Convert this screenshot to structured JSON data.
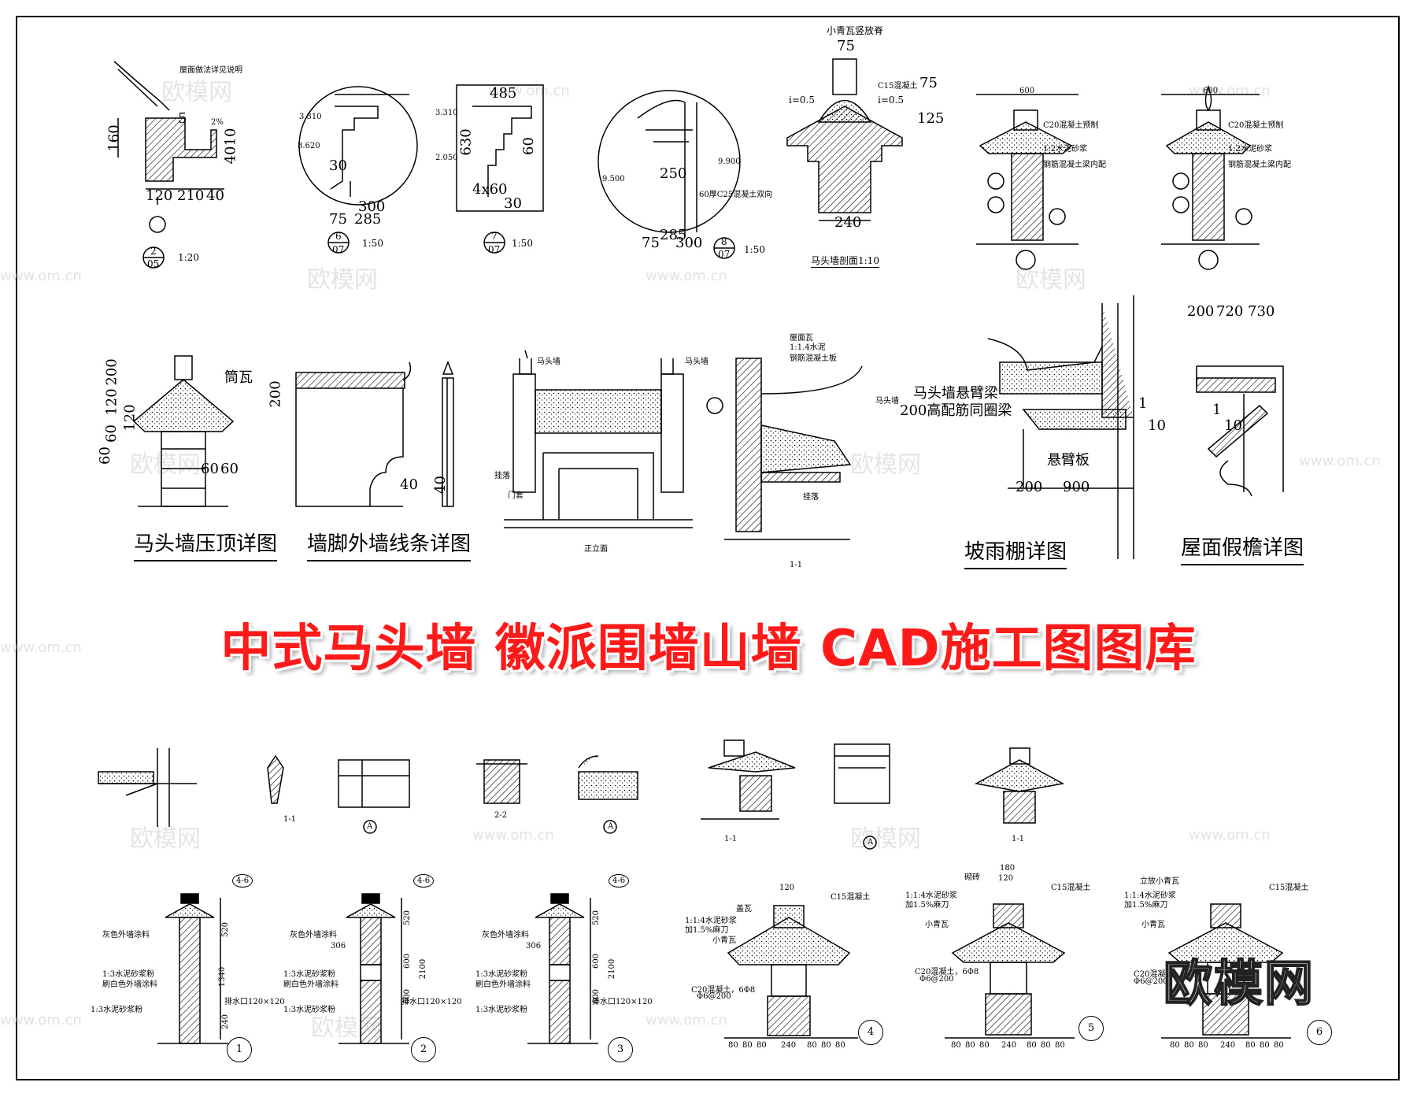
{
  "banner": {
    "title": "中式马头墙 徽派围墙山墙 CAD施工图图库",
    "color": "#ff1a1a"
  },
  "watermark": {
    "brand": "欧模网",
    "url": "www.om.cn"
  },
  "logo": {
    "text": "欧模网"
  },
  "row1": {
    "d1": {
      "note": "屋面做法详见说明",
      "dims": [
        "160",
        "120",
        "210",
        "40",
        "5",
        "2%",
        "4010"
      ],
      "mark_top": "2",
      "mark_bot": "05",
      "scale": "1:20"
    },
    "d2": {
      "dims": [
        "3.310",
        "8.620",
        "30",
        "75",
        "285",
        "300"
      ],
      "mark_top": "6",
      "mark_bot": "07",
      "scale": "1:50"
    },
    "d3": {
      "dims": [
        "485",
        "3.310",
        "2.050",
        "630",
        "4x60",
        "30",
        "60"
      ],
      "mark_top": "7",
      "mark_bot": "07",
      "scale": "1:50"
    },
    "d4": {
      "dims": [
        "9.900",
        "9.500",
        "250",
        "75",
        "285",
        "300"
      ],
      "note": "60厚C25混凝土双向",
      "mark_top": "8",
      "mark_bot": "07",
      "scale": "1:50"
    },
    "d5": {
      "top_note": "小青瓦竖放脊",
      "dims": [
        "75",
        "i=0.5",
        "i=0.5",
        "125",
        "75",
        "240",
        "C15混凝土"
      ],
      "caption": "马头墙剖面1:10"
    },
    "d6": {
      "dims": [
        "600"
      ],
      "notes": [
        "C20混凝土预制",
        "1:2水泥砂浆",
        "钢筋混凝土梁内配"
      ]
    },
    "d7": {
      "dims": [
        "600"
      ],
      "notes": [
        "C20混凝土预制",
        "1:2水泥砂浆",
        "钢筋混凝土梁内配"
      ]
    }
  },
  "row2": {
    "d1": {
      "label": "筒瓦",
      "dims": [
        "200",
        "120",
        "120",
        "60",
        "60",
        "60",
        "60"
      ],
      "caption": "马头墙压顶详图"
    },
    "d2": {
      "dims": [
        "200",
        "40",
        "40"
      ],
      "caption": "墙脚外墙线条详图"
    },
    "d3": {
      "labels": [
        "马头墙",
        "马头墙",
        "挂落",
        "门套"
      ],
      "caption": "正立面"
    },
    "d4": {
      "labels": [
        "屋面瓦",
        "1:1.4水泥",
        "钢筋混凝土板",
        "马头墙",
        "挂落"
      ],
      "caption": "1-1"
    },
    "d5": {
      "labels": [
        "马头墙悬臂梁",
        "200高配筋同圈梁",
        "悬臂板"
      ],
      "dims": [
        "10",
        "1",
        "200",
        "900"
      ],
      "caption": "坡雨棚详图"
    },
    "d6": {
      "dims": [
        "200",
        "720",
        "730",
        "10",
        "1"
      ],
      "caption": "屋面假檐详图"
    }
  },
  "row3": {
    "labels": [
      "1-1",
      "A",
      "2-2",
      "A",
      "1-1",
      "A",
      "1-1"
    ]
  },
  "row4": {
    "p1": {
      "callout": "4-6",
      "notes": [
        "灰色外墙涂料",
        "1:3水泥砂浆粉",
        "刷白色外墙涂料",
        "1:3水泥砂浆粉"
      ],
      "dims": [
        "520",
        "1340",
        "240"
      ],
      "drain": "排水口120×120",
      "num": "1"
    },
    "p2": {
      "callout": "4-6",
      "notes": [
        "灰色外墙涂料",
        "306",
        "1:3水泥砂浆粉",
        "刷白色外墙涂料",
        "1:3水泥砂浆粉"
      ],
      "dims": [
        "520",
        "600",
        "2100",
        "600"
      ],
      "drain": "排水口120×120",
      "num": "2"
    },
    "p3": {
      "callout": "4-6",
      "notes": [
        "灰色外墙涂料",
        "306",
        "1:3水泥砂浆粉",
        "刷白色外墙涂料",
        "1:3水泥砂浆粉"
      ],
      "dims": [
        "520",
        "600",
        "2100",
        "600"
      ],
      "drain": "排水口120×120",
      "num": "3"
    },
    "s4": {
      "notes": [
        "盖瓦",
        "C15混凝土",
        "1:1:4水泥砂浆",
        "加1.5%麻刀",
        "小青瓦",
        "C20混凝土，6Φ8",
        "Φ6@200"
      ],
      "dims": [
        "120",
        "80",
        "80",
        "80",
        "240",
        "80",
        "80",
        "80"
      ],
      "num": "4"
    },
    "s5": {
      "notes": [
        "砌砖",
        "C15混凝土",
        "1:1:4水泥砂浆",
        "加1.5%麻刀",
        "小青瓦",
        "C20混凝土，6Φ8",
        "Φ6@200"
      ],
      "dims": [
        "180",
        "120",
        "80",
        "80",
        "80",
        "240",
        "80",
        "80",
        "80"
      ],
      "num": "5"
    },
    "s6": {
      "notes": [
        "立放小青瓦",
        "C15混凝土",
        "1:1:4水泥砂浆",
        "加1.5%麻刀",
        "小青瓦",
        "C20混凝土，6Φ8",
        "Φ6@200"
      ],
      "dims": [
        "80",
        "80",
        "80",
        "240",
        "80",
        "80",
        "80"
      ],
      "num": "6"
    }
  }
}
